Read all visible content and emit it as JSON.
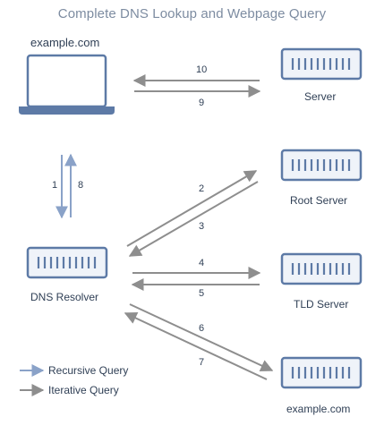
{
  "title": "Complete DNS Lookup and Webpage Query",
  "nodes": {
    "client": "example.com",
    "server": "Server",
    "root_server": "Root Server",
    "tld_server": "TLD Server",
    "resolver": "DNS Resolver",
    "authoritative": "example.com"
  },
  "steps": [
    "1",
    "2",
    "3",
    "4",
    "5",
    "6",
    "7",
    "8",
    "9",
    "10"
  ],
  "legend": {
    "recursive": "Recursive Query",
    "iterative": "Iterative Query"
  },
  "colors": {
    "server_stroke": "#5d7aa6",
    "server_fill": "#eff3f9",
    "recursive_arrow": "#8aa2c8",
    "iterative_arrow": "#8e8e8e",
    "text": "#2f3f55",
    "title": "#7d8ca1"
  }
}
